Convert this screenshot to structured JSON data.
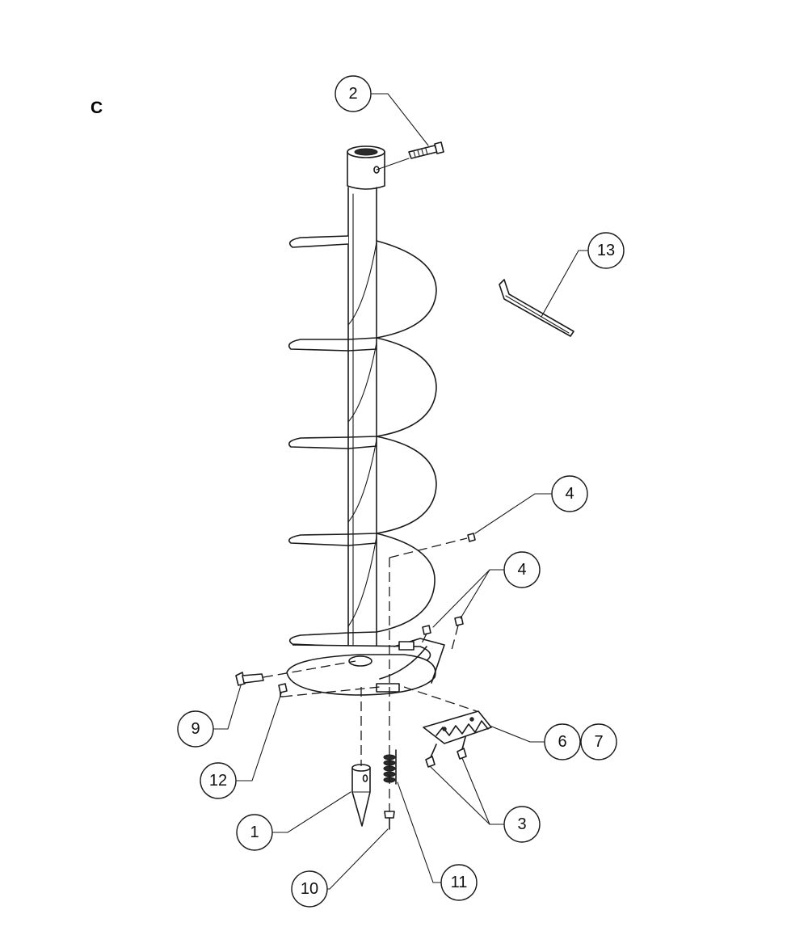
{
  "page_letter": "C",
  "callouts": [
    {
      "id": "c2",
      "label": "2"
    },
    {
      "id": "c13",
      "label": "13"
    },
    {
      "id": "c4a",
      "label": "4"
    },
    {
      "id": "c4b",
      "label": "4"
    },
    {
      "id": "c9",
      "label": "9"
    },
    {
      "id": "c12",
      "label": "12"
    },
    {
      "id": "c6",
      "label": "6"
    },
    {
      "id": "c7",
      "label": "7"
    },
    {
      "id": "c3",
      "label": "3"
    },
    {
      "id": "c1",
      "label": "1"
    },
    {
      "id": "c10",
      "label": "10"
    },
    {
      "id": "c11",
      "label": "11"
    }
  ]
}
